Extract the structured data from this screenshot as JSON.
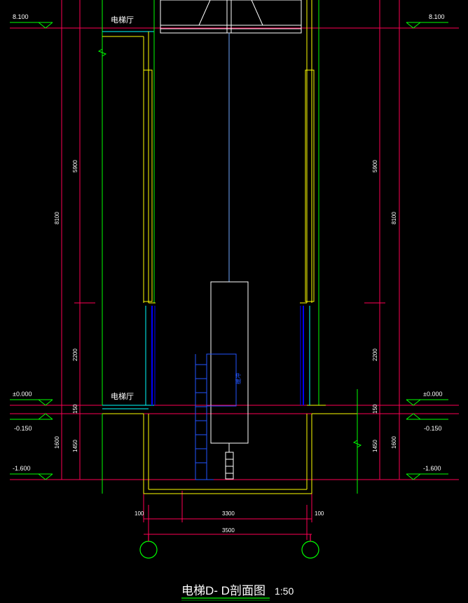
{
  "title": {
    "text": "电梯D- D剖面图",
    "scale": "1:50"
  },
  "room_labels": {
    "upper_lobby": "电梯厅",
    "lower_lobby": "电梯厅"
  },
  "elevations": {
    "top": "8.100",
    "ground": "±0.000",
    "minus_150": "-0.150",
    "pit": "-1.600"
  },
  "dimensions": {
    "total_height": "8100",
    "upper_height": "5900",
    "door_height": "2200",
    "slab": "150",
    "pit_depth": "1450",
    "pit_total": "1600",
    "shaft_inner": "3300",
    "shaft_outer": "3500",
    "wall_left": "100",
    "wall_right": "100",
    "buffer_label": "缓冲"
  },
  "colors": {
    "background": "#000000",
    "dimension_line": "#ff0055",
    "wall": "#ffff00",
    "wall_green": "#00ff00",
    "cyan": "#00ffff",
    "blue": "#0000ff",
    "white": "#ffffff"
  },
  "icons": {
    "elevation_marker": "triangle-elevation-marker",
    "axis_bubble": "grid-axis-circle",
    "break_line": "zigzag-break-line"
  }
}
